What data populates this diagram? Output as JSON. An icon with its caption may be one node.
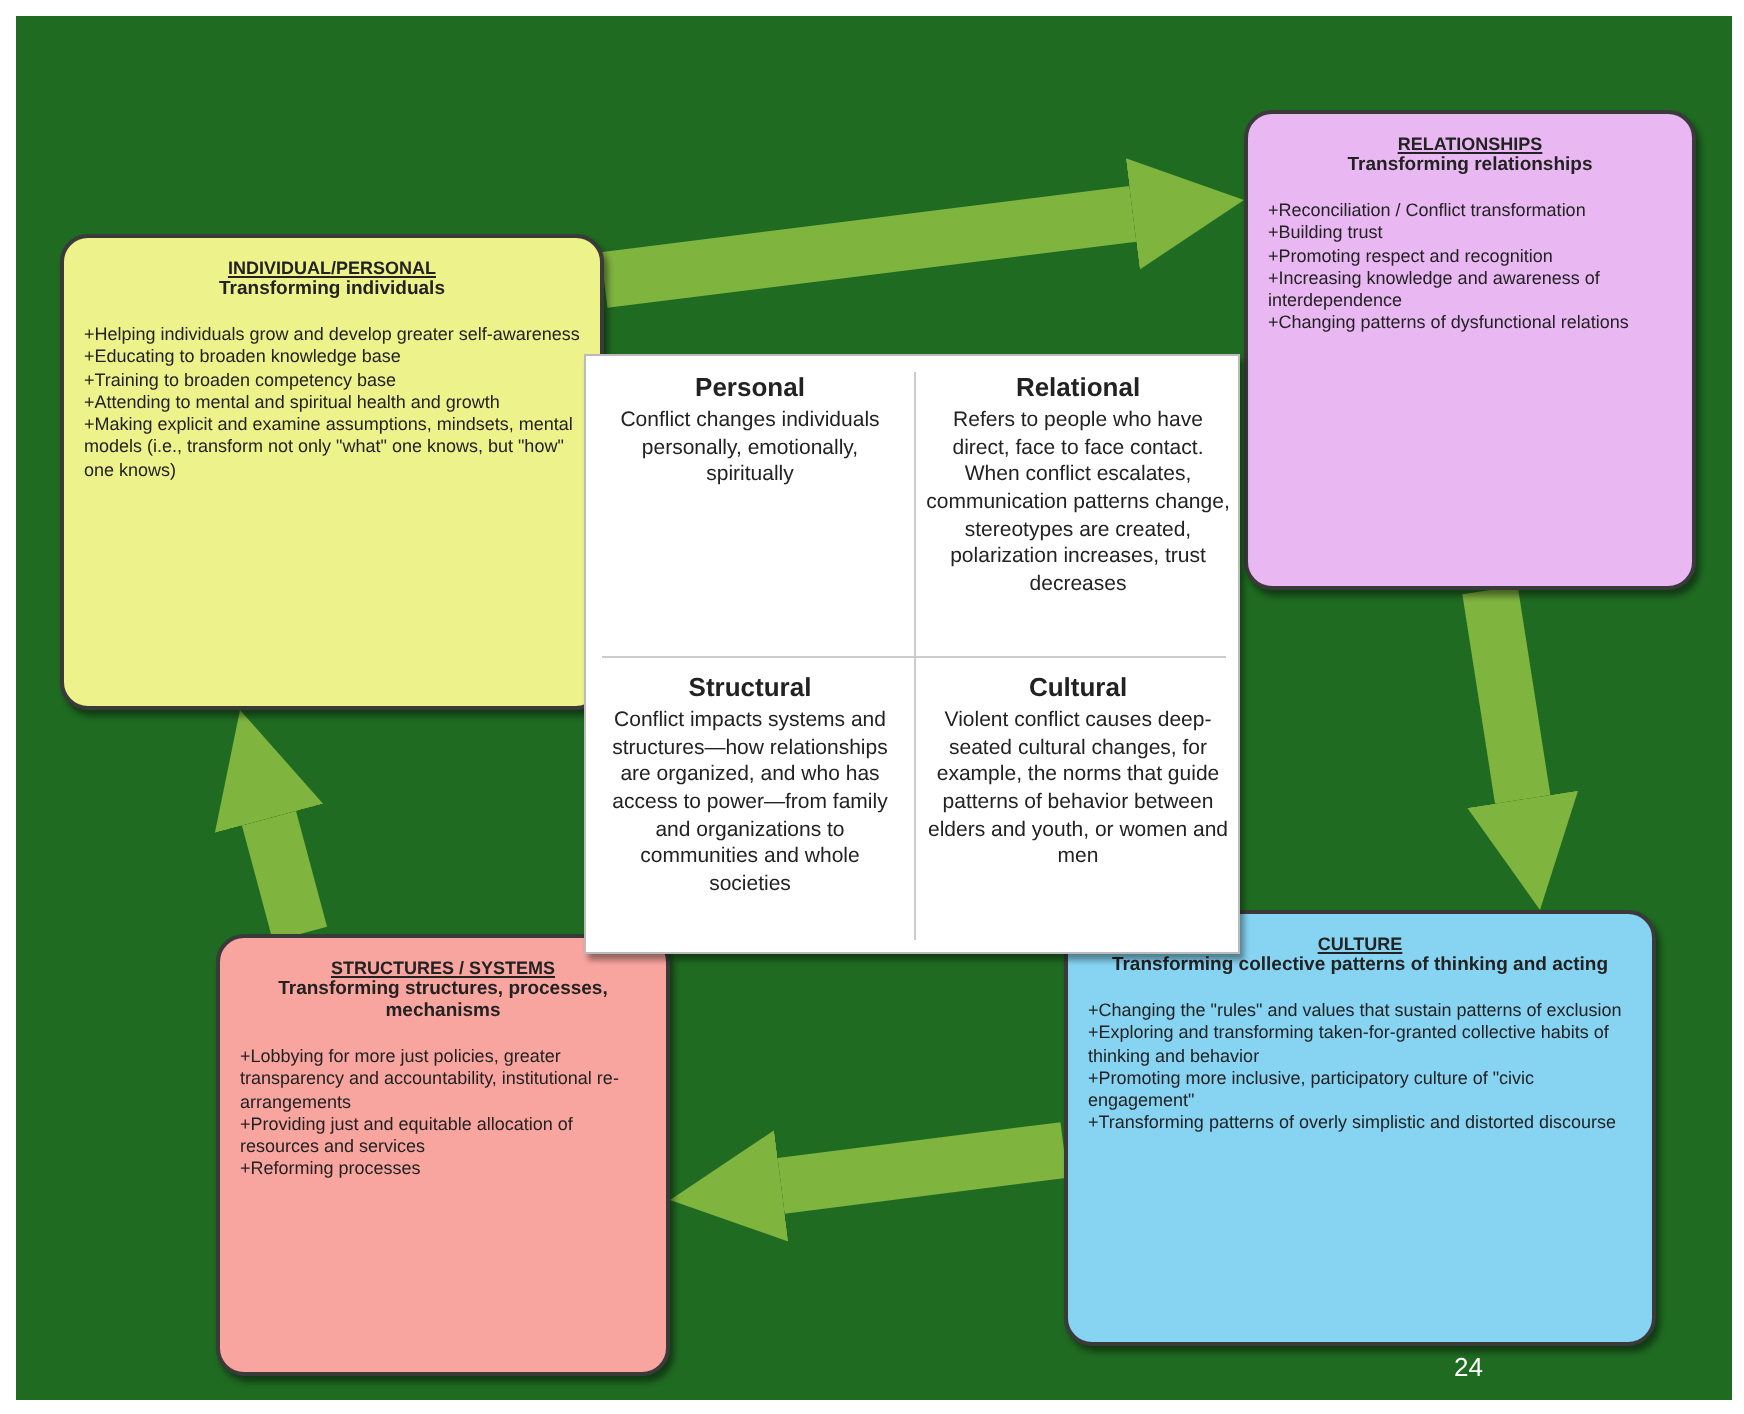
{
  "diagram": {
    "nodes": [
      {
        "text": [
          "INDIVIDUAL/PERSONAL",
          "Transforming individuals",
          "+Helping individuals grow and develop greater self-awareness",
          "+Educating to broaden knowledge base",
          "+Training to broaden competency base",
          "+Attending to mental and spiritual health and growth",
          "+Making explicit and examine assumptions, mindsets, mental models (i.e., transform not only \"what\" one knows, but \"how\" one knows)"
        ]
      },
      {
        "text": [
          "RELATIONSHIPS",
          "Transforming relationships",
          "+Reconciliation / Conflict transformation",
          "+Building trust",
          "+Promoting respect and recognition",
          "+Increasing knowledge and awareness of interdependence",
          "+Changing patterns of dysfunctional relations"
        ]
      },
      {
        "text": [
          "STRUCTURES / SYSTEMS",
          "Transforming structures, processes, mechanisms",
          "+Lobbying for more just policies, greater transparency and accountability, institutional re-arrangements",
          "+Providing just and equitable allocation of resources and services",
          "+Reforming processes"
        ]
      },
      {
        "text": [
          "CULTURE",
          "Transforming collective patterns of thinking and acting",
          "+Changing the \"rules\" and values that sustain patterns of exclusion",
          "+Exploring and transforming taken-for-granted collective habits of thinking and behavior",
          "+Promoting more inclusive, participatory culture of \"civic engagement\"",
          "+Transforming patterns of overly simplistic and distorted discourse"
        ]
      },
      {
        "text": [],
        "shape": "box"
      },
      {
        "text": [
          "Personal",
          "Conflict changes individuals personally, emotionally, spiritually"
        ],
        "in": 4
      },
      {
        "text": [
          "Relational",
          "Refers to people who have direct, face to face contact. When conflict escalates, communication patterns change, stereotypes are created, polarization increases, trust decreases"
        ],
        "in": 4
      },
      {
        "text": [
          "Structural",
          "Conflict impacts systems and structures—how relationships are organized, and who has access to power—from family and organizations to communities and whole societies"
        ],
        "in": 4
      },
      {
        "text": [
          "Cultural",
          "Violent conflict causes deep-seated cultural changes, for example, the norms that guide patterns of behavior between elders and youth, or women and men"
        ],
        "in": 4
      }
    ],
    "edges": [
      {
        "from": 0,
        "to": 1,
        "arrow": "to"
      },
      {
        "from": 1,
        "to": 3,
        "arrow": "to"
      },
      {
        "from": 3,
        "to": 2,
        "arrow": "to"
      },
      {
        "from": 2,
        "to": 0,
        "arrow": "to"
      }
    ],
    "labels": [
      "24"
    ]
  }
}
